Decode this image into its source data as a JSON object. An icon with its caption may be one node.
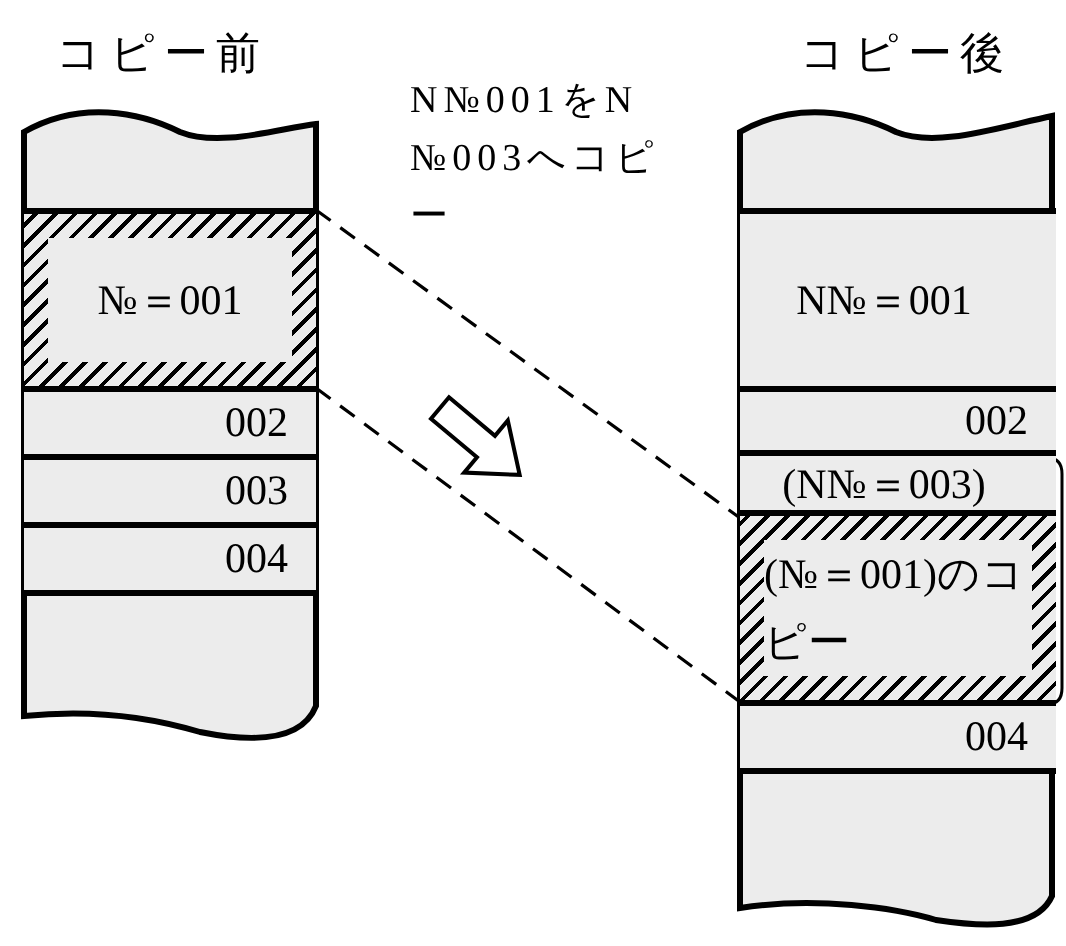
{
  "diagram": {
    "nodes": [
      {
        "text": [
          "コピー前"
        ]
      },
      {
        "text": [
          "№＝001"
        ],
        "in": 0
      },
      {
        "text": [
          "002"
        ],
        "in": 0
      },
      {
        "text": [
          "003"
        ],
        "in": 0
      },
      {
        "text": [
          "004"
        ],
        "in": 0
      },
      {
        "text": [
          "コピー後"
        ]
      },
      {
        "text": [
          "N№＝001"
        ],
        "in": 5
      },
      {
        "text": [
          "002"
        ],
        "in": 5
      },
      {
        "text": [
          "(N№＝003)"
        ],
        "in": 5
      },
      {
        "text": [
          "(№＝001)のコピー"
        ],
        "in": 5
      },
      {
        "text": [
          "004"
        ],
        "in": 5
      }
    ],
    "edges": [
      {
        "from": 1,
        "to": 9,
        "arrow": "none",
        "style": "dashed"
      },
      {
        "from": 1,
        "to": 9,
        "arrow": "none",
        "style": "dashed"
      }
    ],
    "labels": [
      "N№001をN№003へコピー"
    ]
  }
}
